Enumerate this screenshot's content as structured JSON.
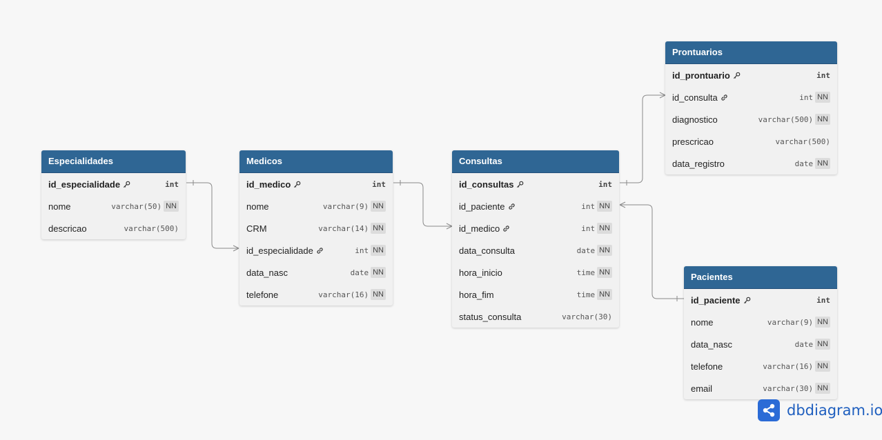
{
  "tables": {
    "especialidades": {
      "title": "Especialidades",
      "fields": [
        {
          "name": "id_especialidade",
          "type": "int",
          "pk": true
        },
        {
          "name": "nome",
          "type": "varchar(50)",
          "nn": "NN"
        },
        {
          "name": "descricao",
          "type": "varchar(500)"
        }
      ]
    },
    "medicos": {
      "title": "Medicos",
      "fields": [
        {
          "name": "id_medico",
          "type": "int",
          "pk": true
        },
        {
          "name": "nome",
          "type": "varchar(9)",
          "nn": "NN"
        },
        {
          "name": "CRM",
          "type": "varchar(14)",
          "nn": "NN"
        },
        {
          "name": "id_especialidade",
          "type": "int",
          "nn": "NN",
          "fk": true
        },
        {
          "name": "data_nasc",
          "type": "date",
          "nn": "NN"
        },
        {
          "name": "telefone",
          "type": "varchar(16)",
          "nn": "NN"
        }
      ]
    },
    "consultas": {
      "title": "Consultas",
      "fields": [
        {
          "name": "id_consultas",
          "type": "int",
          "pk": true
        },
        {
          "name": "id_paciente",
          "type": "int",
          "nn": "NN",
          "fk": true
        },
        {
          "name": "id_medico",
          "type": "int",
          "nn": "NN",
          "fk": true
        },
        {
          "name": "data_consulta",
          "type": "date",
          "nn": "NN"
        },
        {
          "name": "hora_inicio",
          "type": "time",
          "nn": "NN"
        },
        {
          "name": "hora_fim",
          "type": "time",
          "nn": "NN"
        },
        {
          "name": "status_consulta",
          "type": "varchar(30)"
        }
      ]
    },
    "prontuarios": {
      "title": "Prontuarios",
      "fields": [
        {
          "name": "id_prontuario",
          "type": "int",
          "pk": true
        },
        {
          "name": "id_consulta",
          "type": "int",
          "nn": "NN",
          "fk": true
        },
        {
          "name": "diagnostico",
          "type": "varchar(500)",
          "nn": "NN"
        },
        {
          "name": "prescricao",
          "type": "varchar(500)"
        },
        {
          "name": "data_registro",
          "type": "date",
          "nn": "NN"
        }
      ]
    },
    "pacientes": {
      "title": "Pacientes",
      "fields": [
        {
          "name": "id_paciente",
          "type": "int",
          "pk": true
        },
        {
          "name": "nome",
          "type": "varchar(9)",
          "nn": "NN"
        },
        {
          "name": "data_nasc",
          "type": "date",
          "nn": "NN"
        },
        {
          "name": "telefone",
          "type": "varchar(16)",
          "nn": "NN"
        },
        {
          "name": "email",
          "type": "varchar(30)",
          "nn": "NN"
        }
      ]
    }
  },
  "brand": {
    "label": "dbdiagram.io",
    "icon": "share-nodes-icon"
  },
  "colors": {
    "header": "#2f6694",
    "connector": "#8a8a8a",
    "brand": "#2b6bd6"
  }
}
